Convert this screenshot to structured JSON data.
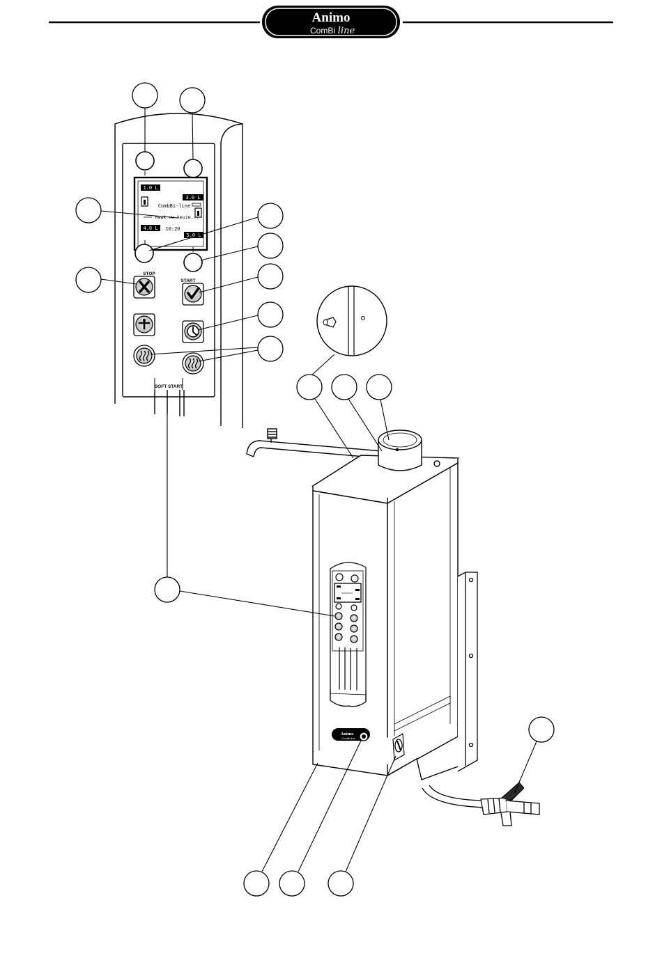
{
  "header": {
    "brand": "Animo",
    "product_prefix": "ComBi",
    "product_suffix": "line"
  },
  "panel": {
    "display": {
      "top_left": "1.0 L",
      "top_right": "3.0 L",
      "title": "CombBi-line",
      "message": "Maak uw keuze...",
      "bottom_left": "4.0 L",
      "time": "10:20",
      "bottom_right": "5.0 L"
    },
    "stop_label": "STOP",
    "start_label": "START",
    "softstart_label": "SOFT START"
  },
  "machine": {
    "badge_brand": "Animo",
    "badge_line": "ComBi line"
  }
}
